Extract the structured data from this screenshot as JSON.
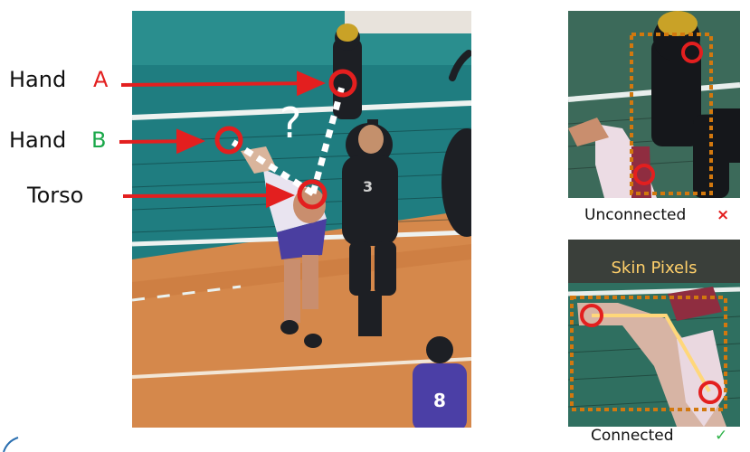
{
  "labels": {
    "hand_a": {
      "text": "Hand",
      "letter": "A"
    },
    "hand_b": {
      "text": "Hand",
      "letter": "B"
    },
    "torso": {
      "text": "Torso"
    }
  },
  "question_mark": "?",
  "unconnected": {
    "text": "Unconnected",
    "mark": "×"
  },
  "skin_pixels": "Skin Pixels",
  "connected": {
    "text": "Connected",
    "mark": "✓"
  },
  "jersey_number": "8",
  "colors": {
    "arrow": "#e31f1f",
    "circle": "#e31f1f",
    "letter_a": "#e31f1f",
    "letter_b": "#1aa84a",
    "box": "#d2780e",
    "skin_line": "#ffd77a",
    "check": "#2fb34a",
    "cross": "#e31f1f"
  }
}
